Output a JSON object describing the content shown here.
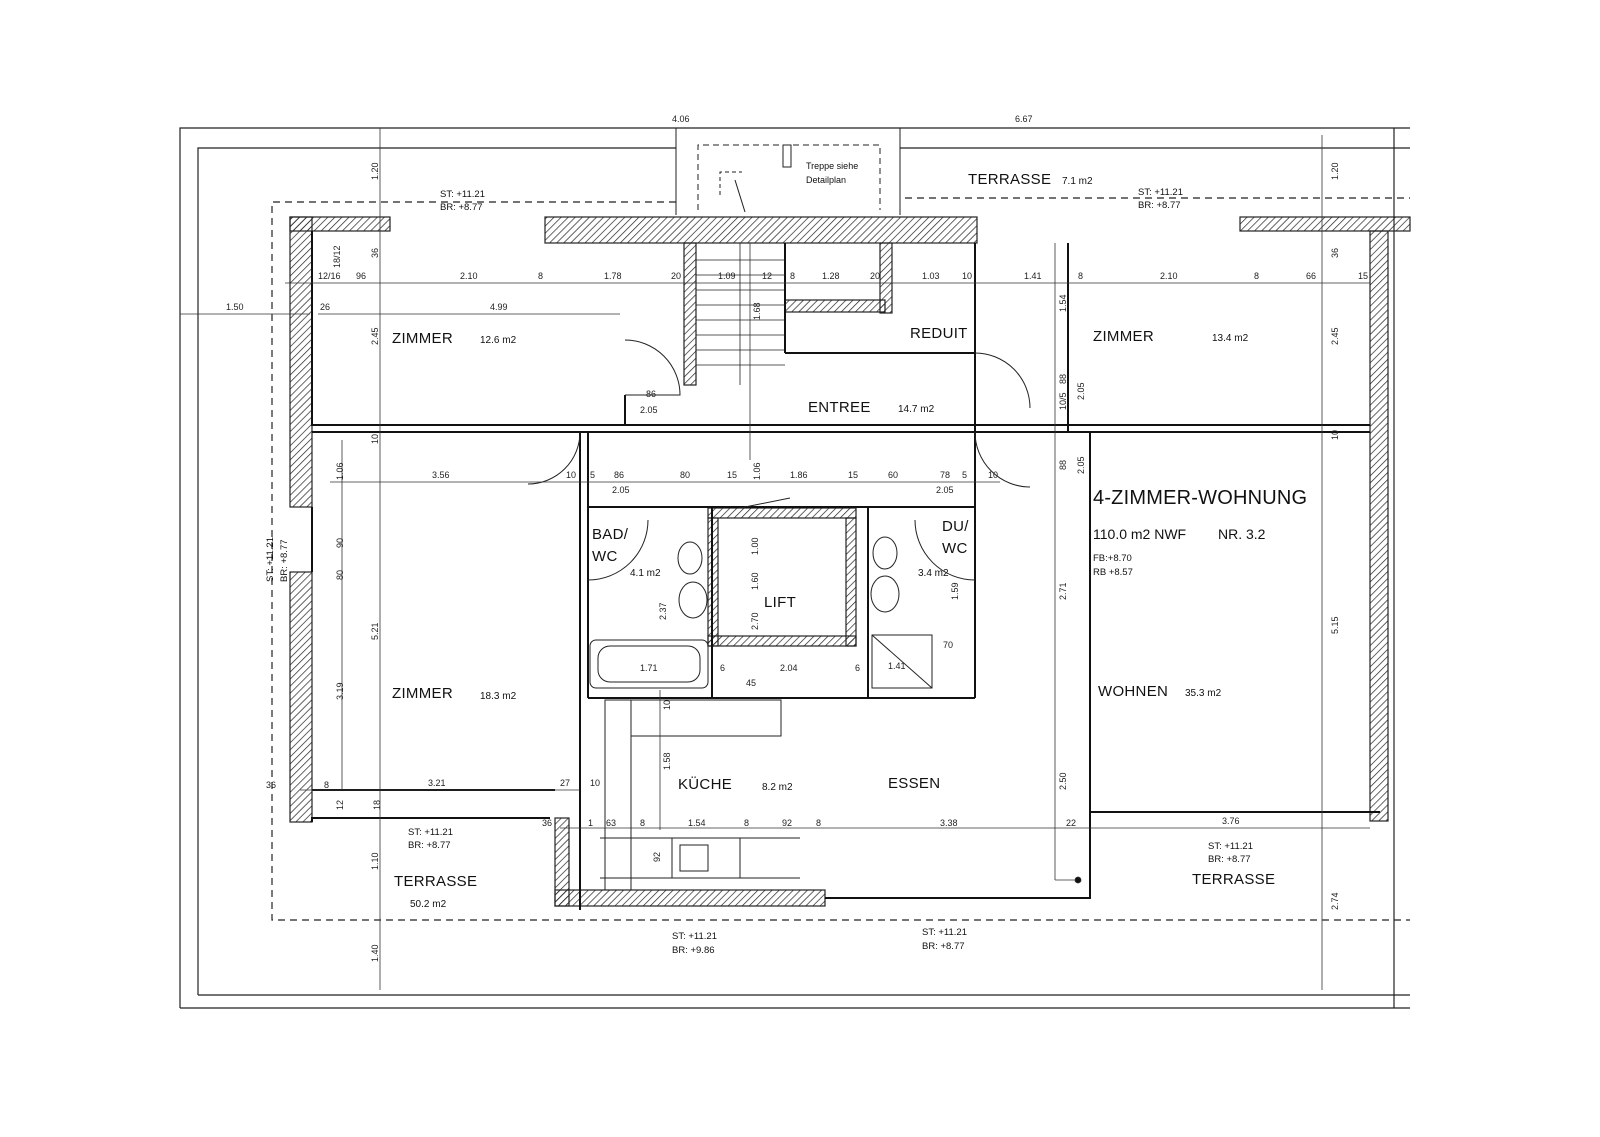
{
  "plan": {
    "apartment_title": "4-ZIMMER-WOHNUNG",
    "apartment_area": "110.0 m2 NWF",
    "apartment_number": "NR. 3.2",
    "apartment_fb": "FB:+8.70",
    "apartment_rb": "RB +8.57",
    "stair_note_1": "Treppe siehe",
    "stair_note_2": "Detailplan",
    "rooms": {
      "terrace_top": {
        "label": "TERRASSE",
        "area": "7.1 m2"
      },
      "room_nw": {
        "label": "ZIMMER",
        "area": "12.6 m2"
      },
      "room_ne": {
        "label": "ZIMMER",
        "area": "13.4 m2"
      },
      "reduit": {
        "label": "REDUIT"
      },
      "entree": {
        "label": "ENTREE",
        "area": "14.7 m2"
      },
      "bad_1": {
        "label": "BAD/"
      },
      "bad_2": {
        "label": "WC",
        "area": "4.1 m2"
      },
      "du_1": {
        "label": "DU/"
      },
      "du_2": {
        "label": "WC",
        "area": "3.4 m2"
      },
      "lift": {
        "label": "LIFT"
      },
      "room_sw": {
        "label": "ZIMMER",
        "area": "18.3 m2"
      },
      "wohnen": {
        "label": "WOHNEN",
        "area": "35.3 m2"
      },
      "kueche": {
        "label": "KÜCHE",
        "area": "8.2 m2"
      },
      "essen": {
        "label": "ESSEN"
      },
      "terrace_sw": {
        "label": "TERRASSE",
        "area": "50.2 m2"
      },
      "terrace_se": {
        "label": "TERRASSE"
      }
    },
    "levels": {
      "top_left_st": "ST: +11.21",
      "top_left_br": "BR: +8.77",
      "top_right_st": "ST: +11.21",
      "top_right_br": "BR: +8.77",
      "mid_left_st": "ST: +11.21",
      "mid_left_br": "BR: +8.77",
      "bottom_left_st": "ST: +11.21",
      "bottom_left_br": "BR: +8.77",
      "bottom_mid_st": "ST: +11.21",
      "bottom_mid_br": "BR: +9.86",
      "bottom_r_st": "ST: +11.21",
      "bottom_r_br": "BR: +8.77",
      "right_st": "ST: +11.21",
      "right_br": "BR: +8.77"
    },
    "dims": {
      "top_a": "4.06",
      "top_b": "6.67",
      "r1_a": "12/16",
      "r1_b": "96",
      "r1_c": "2.10",
      "r1_d": "8",
      "r1_e": "1.78",
      "r1_f": "20",
      "r1_g": "1.09",
      "r1_h": "12",
      "r1_i": "8",
      "r1_j": "1.28",
      "r1_k": "20",
      "r1_l": "1.03",
      "r1_m": "10",
      "r1_n": "1.41",
      "r1_o": "8",
      "r1_p": "2.10",
      "r1_q": "8",
      "r1_r": "66",
      "r1_s": "15",
      "left_150": "1.50",
      "left_26": "26",
      "w_499": "4.99",
      "v_120a": "1.20",
      "v_120b": "1.20",
      "v_245a": "2.45",
      "v_245b": "2.45",
      "v_36a": "36",
      "v_36b": "36",
      "v_18_12": "18/12",
      "v_154": "1.54",
      "v_168": "1.68",
      "v_205a": "2.05",
      "v_205b": "2.05",
      "v_10a": "10",
      "v_10b": "10",
      "v_106a": "1.06",
      "v_106b": "1.06",
      "v_88a": "88",
      "v_88b": "88",
      "v_105": "10/5",
      "d_86": "86",
      "d_205": "2.05",
      "r2_a": "3.56",
      "r2_b": "10",
      "r2_c": "5",
      "r2_d": "86",
      "r2_e": "80",
      "r2_f": "15",
      "r2_g": "1.86",
      "r2_h": "15",
      "r2_i": "60",
      "r2_j": "78",
      "r2_k": "5",
      "r2_l": "10",
      "r2_m": "2.05",
      "r2_n": "2.05",
      "v_90a": "90",
      "v_80": "80",
      "v_521": "5.21",
      "v_319": "3.19",
      "v_237": "2.37",
      "v_160": "1.60",
      "v_270": "2.70",
      "v_100": "1.00",
      "v_159": "1.59",
      "v_271": "2.71",
      "v_515": "5.15",
      "v_250": "2.50",
      "v_274": "2.74",
      "v_110": "1.10",
      "v_140": "1.40",
      "v_158": "1.58",
      "v_10c": "10",
      "v_18": "18",
      "v_12": "12",
      "b_171": "1.71",
      "b_6a": "6",
      "b_45": "45",
      "b_204": "2.04",
      "b_6b": "6",
      "b_141": "1.41",
      "b_70": "70",
      "r3_36": "36",
      "r3_8": "8",
      "r3_321": "3.21",
      "r3_27": "27",
      "r3_10": "10",
      "r4_36": "36",
      "r4_1": "1",
      "r4_63": "63",
      "r4_8a": "8",
      "r4_154": "1.54",
      "r4_8b": "8",
      "r4_92": "92",
      "r4_8c": "8",
      "r4_338": "3.38",
      "r4_22": "22",
      "r4_376": "3.76",
      "r4_92b": "92"
    }
  }
}
